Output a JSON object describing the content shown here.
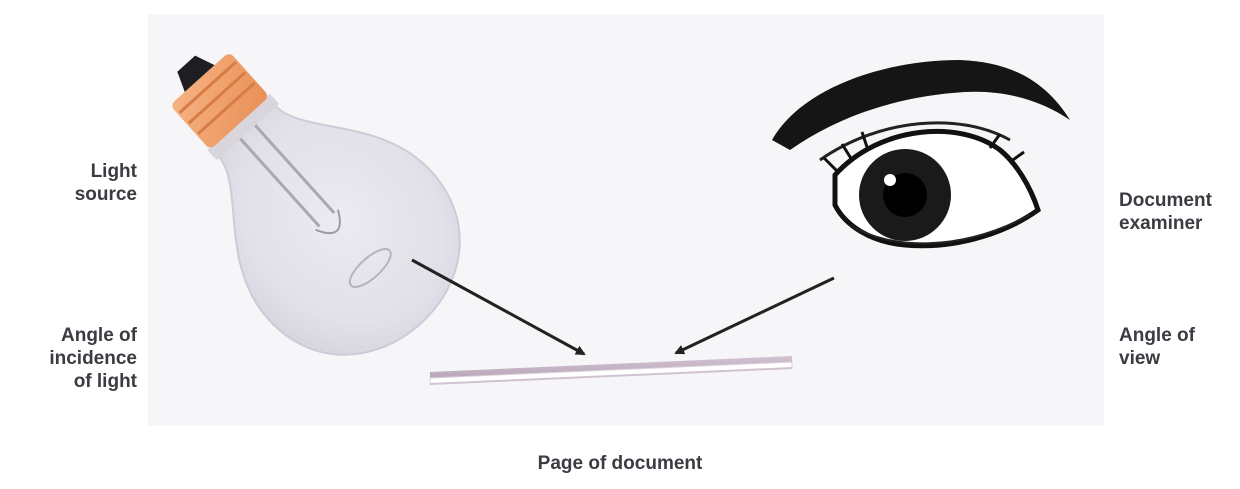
{
  "labels": {
    "light_source": [
      "Light",
      "source"
    ],
    "angle_of_incidence": [
      "Angle of",
      "incidence",
      "of light"
    ],
    "document_examiner": [
      "Document",
      "examiner"
    ],
    "angle_of_view": [
      "Angle of",
      "view"
    ],
    "page_of_document": "Page of document"
  },
  "colors": {
    "label_text": "#3b3b42",
    "panel_background": "#f6f6f8",
    "bulb_glass": "#e4e2ea",
    "bulb_base": "#f0a070",
    "page_top": "#c9b8c8",
    "arrow": "#222222"
  },
  "icons": {
    "light_bulb": "light-bulb-icon",
    "eye": "eye-icon"
  }
}
